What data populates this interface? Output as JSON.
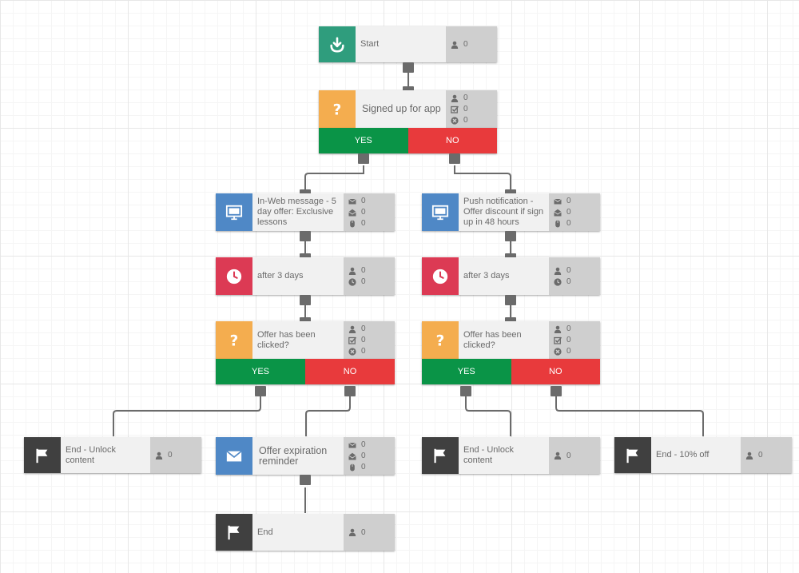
{
  "colors": {
    "start": "#2f9d7d",
    "decision": "#f4ad4f",
    "message": "#4f88c6",
    "wait": "#dc3a54",
    "end": "#404040",
    "yes": "#0a9447",
    "no": "#e83a3c",
    "wire": "#6b6b6b"
  },
  "nodes": {
    "start": {
      "label": "Start",
      "icon": "download-icon",
      "stats": [
        "0"
      ]
    },
    "signed_up": {
      "label": "Signed up for app",
      "icon": "question-icon",
      "stats": [
        "0",
        "0",
        "0"
      ],
      "yes": "YES",
      "no": "NO"
    },
    "inweb": {
      "label": "In-Web message - 5 day offer: Exclusive lessons",
      "icon": "screen-icon",
      "stats": [
        "0",
        "0",
        "0"
      ]
    },
    "push": {
      "label": "Push notification - Offer discount if sign up in 48 hours",
      "icon": "screen-icon",
      "stats": [
        "0",
        "0",
        "0"
      ]
    },
    "wait_left": {
      "label": "after 3 days",
      "icon": "clock-icon",
      "stats": [
        "0",
        "0"
      ]
    },
    "wait_right": {
      "label": "after 3 days",
      "icon": "clock-icon",
      "stats": [
        "0",
        "0"
      ]
    },
    "clicked_left": {
      "label": "Offer has been clicked?",
      "icon": "question-icon",
      "stats": [
        "0",
        "0",
        "0"
      ],
      "yes": "YES",
      "no": "NO"
    },
    "clicked_right": {
      "label": "Offer has been clicked?",
      "icon": "question-icon",
      "stats": [
        "0",
        "0",
        "0"
      ],
      "yes": "YES",
      "no": "NO"
    },
    "end_unlock_left": {
      "label": "End - Unlock content",
      "icon": "flag-icon",
      "stats": [
        "0"
      ]
    },
    "email_reminder": {
      "label": "Offer expiration reminder",
      "icon": "envelope-icon",
      "stats": [
        "0",
        "0",
        "0"
      ]
    },
    "end_unlock_right": {
      "label": "End - Unlock content",
      "icon": "flag-icon",
      "stats": [
        "0"
      ]
    },
    "end_10off": {
      "label": "End - 10% off",
      "icon": "flag-icon",
      "stats": [
        "0"
      ]
    },
    "end_final": {
      "label": "End",
      "icon": "flag-icon",
      "stats": [
        "0"
      ]
    }
  }
}
